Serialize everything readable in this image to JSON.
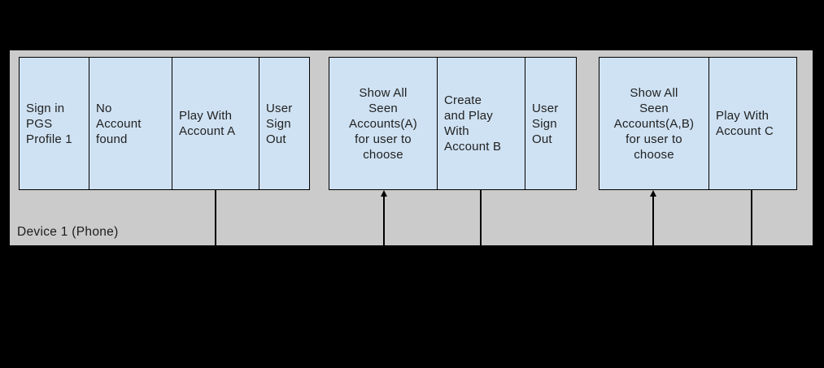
{
  "colors": {
    "background": "#000000",
    "lane_fill": "#cbcbcb",
    "box_fill": "#cfe2f3",
    "box_border": "#000000",
    "text": "#212121"
  },
  "lane": {
    "label": "Device 1 (Phone)"
  },
  "flow": {
    "groups": [
      {
        "boxes": [
          {
            "text": "Sign in\nPGS\nProfile 1"
          },
          {
            "text": "No\nAccount\nfound"
          },
          {
            "text": "Play With\nAccount A"
          },
          {
            "text": "User\nSign\nOut"
          }
        ]
      },
      {
        "boxes": [
          {
            "text": "Show All\nSeen\nAccounts(A)\nfor user to\nchoose"
          },
          {
            "text": "Create\nand Play\nWith\nAccount B"
          },
          {
            "text": "User\nSign\nOut"
          }
        ]
      },
      {
        "boxes": [
          {
            "text": "Show All\nSeen\nAccounts(A,B)\nfor user to\nchoose"
          },
          {
            "text": "Play With\nAccount C"
          }
        ]
      }
    ]
  }
}
